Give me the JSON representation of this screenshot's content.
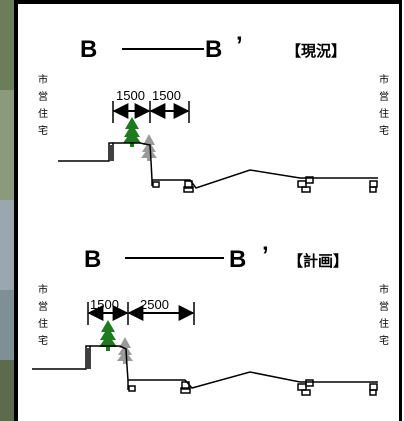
{
  "current": {
    "left_letter": "B",
    "right_letter": "B",
    "prime": "’",
    "tag": "【現況】",
    "dim_1": "1500",
    "dim_2": "1500",
    "left_label": [
      "市",
      "営",
      "住",
      "宅"
    ],
    "right_label": [
      "市",
      "営",
      "住",
      "宅"
    ]
  },
  "plan": {
    "left_letter": "B",
    "right_letter": "B",
    "prime": "’",
    "tag": "【計画】",
    "dim_1": "1500",
    "dim_2": "2500",
    "left_label": [
      "市",
      "営",
      "住",
      "宅"
    ],
    "right_label": [
      "市",
      "営",
      "住",
      "宅"
    ]
  },
  "colors": {
    "tree_existing": "#1f7a1f",
    "tree_ghost": "#9a9a9a",
    "line": "#000000",
    "strip": [
      "#6b7d5a",
      "#8a9a7a",
      "#9aa6b0",
      "#7e8f96",
      "#5d6b4c"
    ]
  }
}
